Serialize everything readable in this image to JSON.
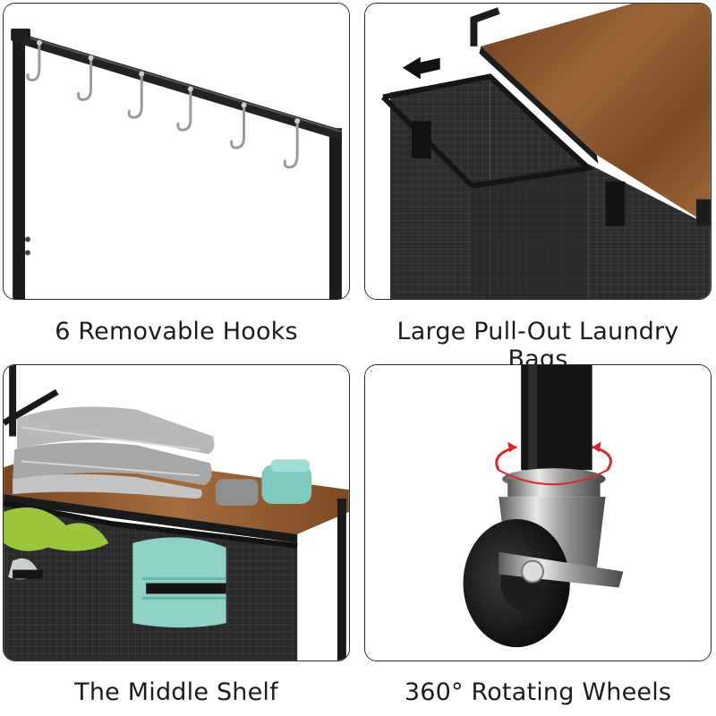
{
  "panels": [
    {
      "caption": "6 Removable Hooks",
      "photo": "clothes-rail-with-hooks"
    },
    {
      "caption": "Large Pull-Out Laundry Bags",
      "photo": "pull-out-laundry-bag"
    },
    {
      "caption": "The Middle Shelf",
      "photo": "middle-shelf-with-items"
    },
    {
      "caption": "360° Rotating Wheels",
      "photo": "caster-wheel-closeup"
    }
  ],
  "colors": {
    "frame": "#1a1a1a",
    "wood": "#8a5530",
    "fabric": "#2b2b2b",
    "accent_arrow": "#d42a2a",
    "border": "#2a2a2a"
  }
}
